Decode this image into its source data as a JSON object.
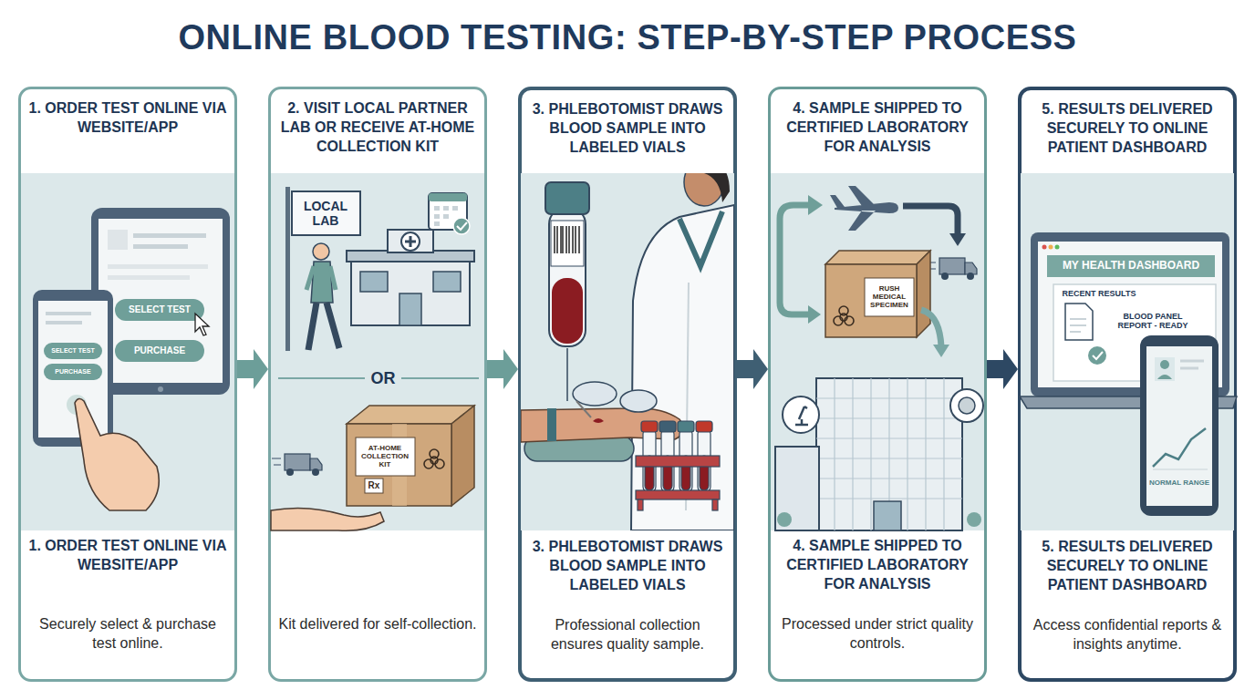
{
  "diagram": {
    "title": "ONLINE BLOOD TESTING: STEP-BY-STEP PROCESS",
    "nodes": [
      {
        "text": [
          "1. ORDER TEST ONLINE VIA WEBSITE/APP",
          "1. ORDER TEST ONLINE VIA WEBSITE/APP",
          "Securely select & purchase test online."
        ]
      },
      {
        "text": [
          "2. VISIT LOCAL PARTNER LAB OR RECEIVE AT-HOME COLLECTION KIT",
          "Kit delivered for self-collection."
        ]
      },
      {
        "text": [
          "3. PHLEBOTOMIST DRAWS BLOOD SAMPLE INTO LABELED VIALS",
          "3. PHLEBOTOMIST DRAWS BLOOD SAMPLE INTO LABELED VIALS",
          "Professional collection ensures quality sample."
        ]
      },
      {
        "text": [
          "4. SAMPLE SHIPPED TO CERTIFIED LABORATORY FOR ANALYSIS",
          "4. SAMPLE SHIPPED TO CERTIFIED LABORATORY FOR ANALYSIS",
          "Processed under strict quality controls."
        ]
      },
      {
        "text": [
          "5. RESULTS DELIVERED SECURELY TO ONLINE PATIENT DASHBOARD",
          "5. RESULTS DELIVERED SECURELY TO ONLINE PATIENT DASHBOARD",
          "Access confidential reports & insights anytime."
        ]
      }
    ],
    "edges": [
      {
        "from": 0,
        "to": 1,
        "arrow": "to"
      },
      {
        "from": 1,
        "to": 2,
        "arrow": "to"
      },
      {
        "from": 2,
        "to": 3,
        "arrow": "to"
      },
      {
        "from": 3,
        "to": 4,
        "arrow": "to"
      }
    ],
    "labels": [
      "SELECT TEST",
      "PURCHASE",
      "SELECT TEST",
      "PURCHASE",
      "LOCAL LAB",
      "OR",
      "AT-HOME COLLECTION KIT",
      "Rx",
      "RUSH MEDICAL SPECIMEN",
      "MY HEALTH DASHBOARD",
      "RECENT RESULTS",
      "BLOOD PANEL REPORT - READY",
      "NORMAL RANGE"
    ]
  }
}
